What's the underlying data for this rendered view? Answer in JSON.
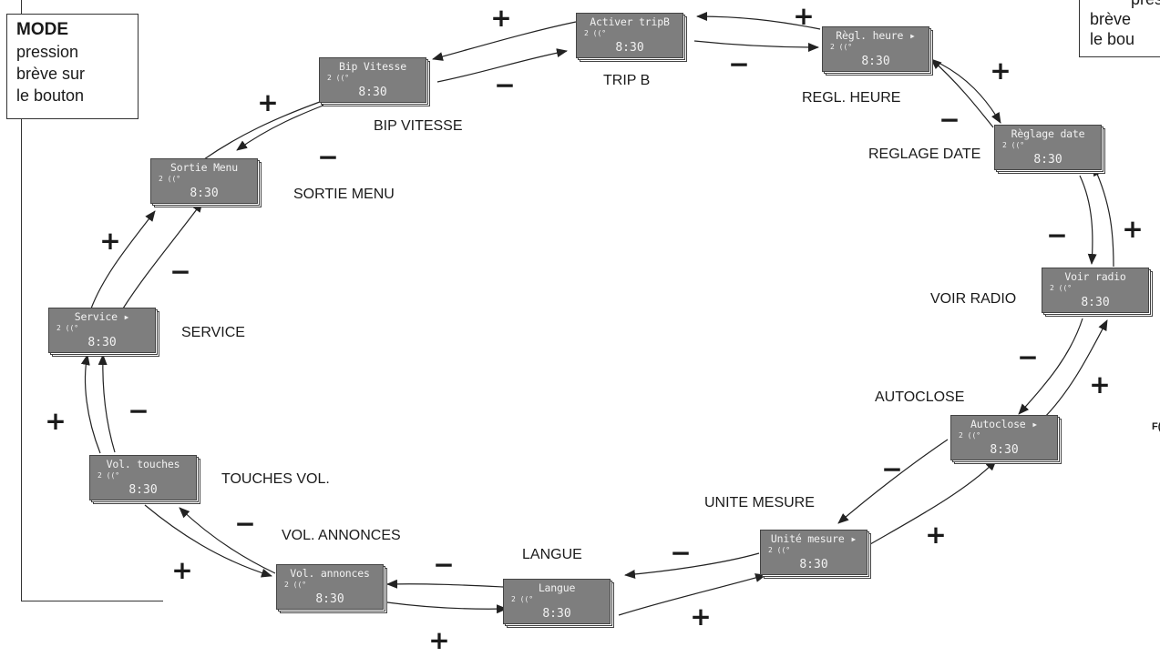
{
  "mode_box": {
    "title": "MODE",
    "lines": [
      "pression",
      "brève sur",
      "le bouton"
    ]
  },
  "corner_box": {
    "lines": [
      "press",
      "brève",
      "le bou"
    ]
  },
  "stray_text": "F(",
  "status_symbols": "2 ((°",
  "screens": [
    {
      "id": "activer-trip-b",
      "text": "Activer tripB",
      "clock": "8:30",
      "label": "TRIP B"
    },
    {
      "id": "regl-heure",
      "text": "Règl. heure ▸",
      "clock": "8:30",
      "label": "REGL. HEURE"
    },
    {
      "id": "reglage-date",
      "text": "Règlage date",
      "clock": "8:30",
      "label": "REGLAGE DATE"
    },
    {
      "id": "voir-radio",
      "text": "Voir radio",
      "clock": "8:30",
      "label": "VOIR RADIO"
    },
    {
      "id": "autoclose",
      "text": "Autoclose ▸",
      "clock": "8:30",
      "label": "AUTOCLOSE"
    },
    {
      "id": "unite-mesure",
      "text": "Unité mesure ▸",
      "clock": "8:30",
      "label": "UNITE MESURE"
    },
    {
      "id": "langue",
      "text": "Langue",
      "clock": "8:30",
      "label": "LANGUE"
    },
    {
      "id": "vol-annonces",
      "text": "Vol. annonces",
      "clock": "8:30",
      "label": "VOL. ANNONCES"
    },
    {
      "id": "vol-touches",
      "text": "Vol. touches",
      "clock": "8:30",
      "label": "TOUCHES VOL."
    },
    {
      "id": "service",
      "text": "Service ▸",
      "clock": "8:30",
      "label": "SERVICE"
    },
    {
      "id": "sortie-menu",
      "text": "Sortie Menu",
      "clock": "8:30",
      "label": "SORTIE MENU"
    },
    {
      "id": "bip-vitesse",
      "text": "Bip Vitesse",
      "clock": "8:30",
      "label": "BIP VITESSE"
    }
  ],
  "symbols": {
    "plus": "+",
    "minus": "−"
  }
}
